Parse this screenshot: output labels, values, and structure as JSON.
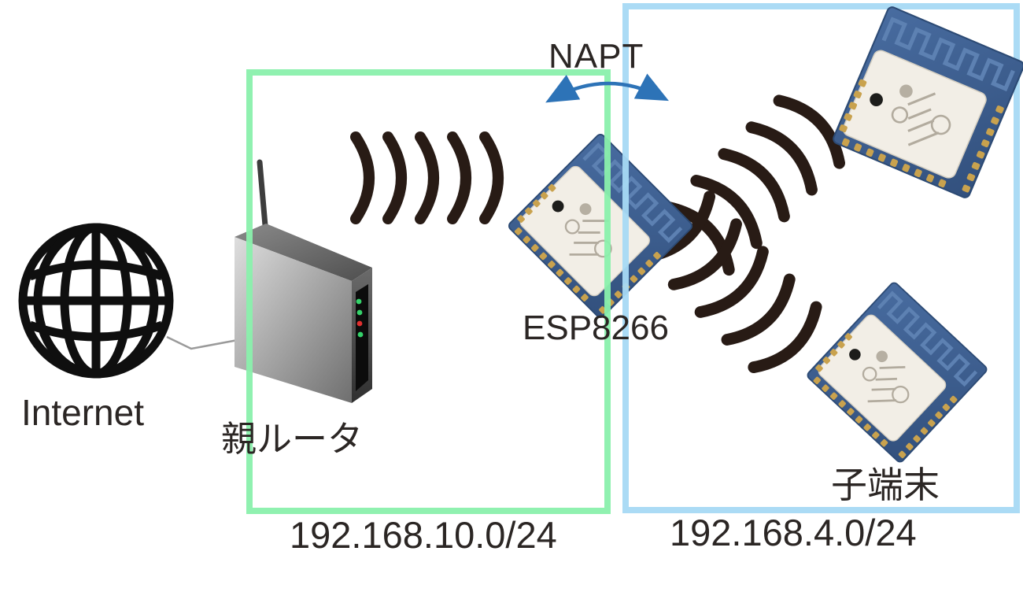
{
  "diagram_title": "ESP8266 NAPT network diagram",
  "labels": {
    "napt": "NAPT",
    "esp8266": "ESP8266",
    "internet": "Internet",
    "parent_router": "親ルータ",
    "child_terminal": "子端末",
    "subnet_parent": "192.168.10.0/24",
    "subnet_child": "192.168.4.0/24"
  },
  "colors": {
    "parent_network_box": "#8af0ac",
    "child_network_box": "#a6d9f4",
    "napt_arrow": "#2d73b7",
    "wifi_wave": "#281b15",
    "text": "#2b2624",
    "esp_pcb_blue": "#3d6191",
    "esp_shield": "#f2eee6",
    "router_led_green": "#35d26a",
    "router_led_red": "#e02f2f",
    "globe_stroke": "#0f0f0f"
  },
  "icons": [
    "globe-icon",
    "router-icon",
    "esp-module-icon",
    "wifi-waves-icon",
    "napt-arrow-icon",
    "network-cable"
  ]
}
